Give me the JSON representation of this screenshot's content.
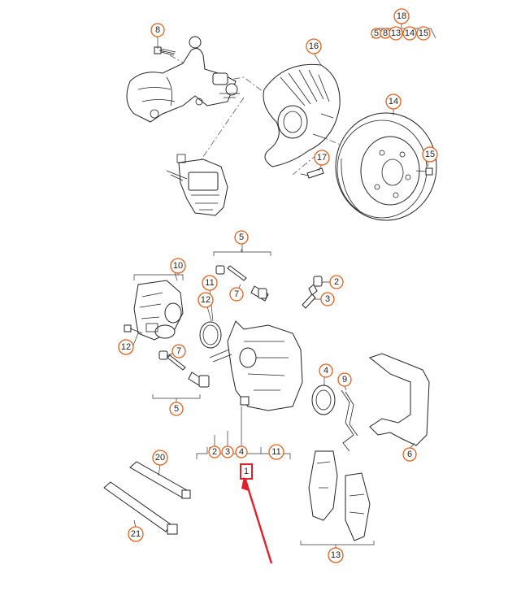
{
  "callouts": {
    "c8": "8",
    "c16": "16",
    "c14": "14",
    "c15": "15",
    "c17": "17",
    "c18": "18",
    "c18_refs": [
      "5",
      "8",
      "13",
      "14",
      "15"
    ],
    "c5_top": "5",
    "c10": "10",
    "c11_upper": "11",
    "c12_upper": "12",
    "c7_upper": "7",
    "c2_right": "2",
    "c3_right": "3",
    "c12_left": "12",
    "c7_left": "7",
    "c5_bottom": "5",
    "c4_seal": "4",
    "c9": "9",
    "c6": "6",
    "c2_bottom": "2",
    "c3_bottom": "3",
    "c4_bottom": "4",
    "c11_bottom": "11",
    "c1": "1",
    "c20": "20",
    "c21": "21",
    "c13": "13"
  },
  "colors": {
    "callout_ring": "#e0601a",
    "highlight_box": "#e0202a",
    "arrow": "#e0202a",
    "line_art": "#222222"
  }
}
